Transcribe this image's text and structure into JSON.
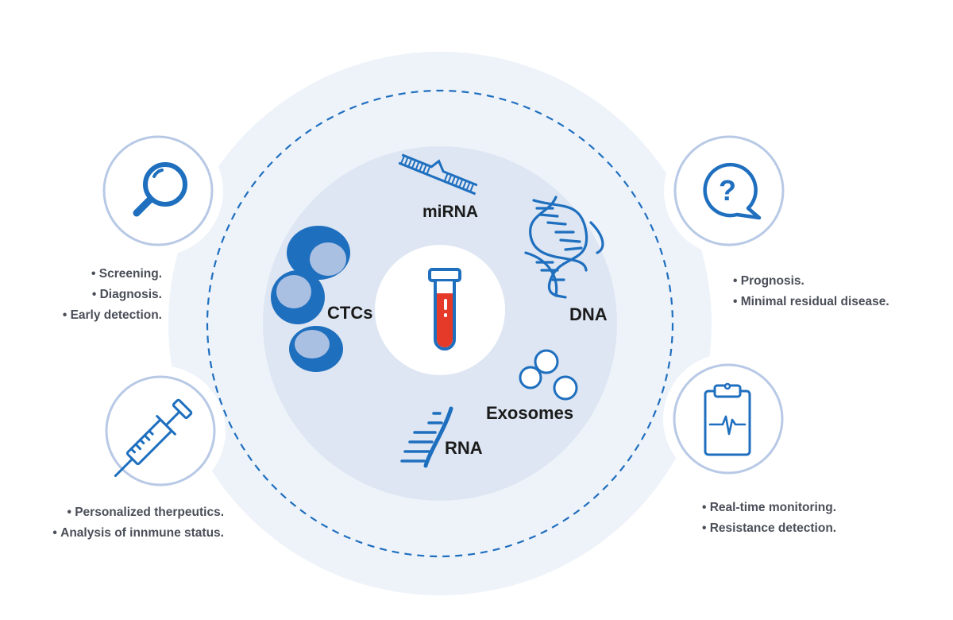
{
  "center": {
    "icon": "test-tube-icon"
  },
  "biomarkers": {
    "mirna": {
      "label": "miRNA",
      "icon": "mirna-strand-icon"
    },
    "dna": {
      "label": "DNA",
      "icon": "dna-helix-icon"
    },
    "ctcs": {
      "label": "CTCs",
      "icon": "cells-icon"
    },
    "exosomes": {
      "label": "Exosomes",
      "icon": "vesicles-icon"
    },
    "rna": {
      "label": "RNA",
      "icon": "rna-strand-icon"
    }
  },
  "applications": {
    "top_left": {
      "icon": "magnifier-icon",
      "items": [
        "Screening.",
        "Diagnosis.",
        "Early detection."
      ]
    },
    "bottom_left": {
      "icon": "syringe-icon",
      "items": [
        "Personalized  therpeutics.",
        "Analysis of innmune status."
      ]
    },
    "top_right": {
      "icon": "question-bubble-icon",
      "items": [
        "Prognosis.",
        "Minimal residual disease."
      ]
    },
    "bottom_right": {
      "icon": "clipboard-monitor-icon",
      "items": [
        "Real-time monitoring.",
        "Resistance detection."
      ]
    }
  },
  "colors": {
    "outer_ring": "#eef3fa",
    "inner_disk": "#dde6f2",
    "accent_blue": "#1f6fbf",
    "light_cell": "#aac0e2",
    "icon_ring": "#b8c9e6",
    "blood_red": "#e53a2a",
    "text_dark": "#1b1b1b",
    "text_gray": "#4a4e58"
  }
}
